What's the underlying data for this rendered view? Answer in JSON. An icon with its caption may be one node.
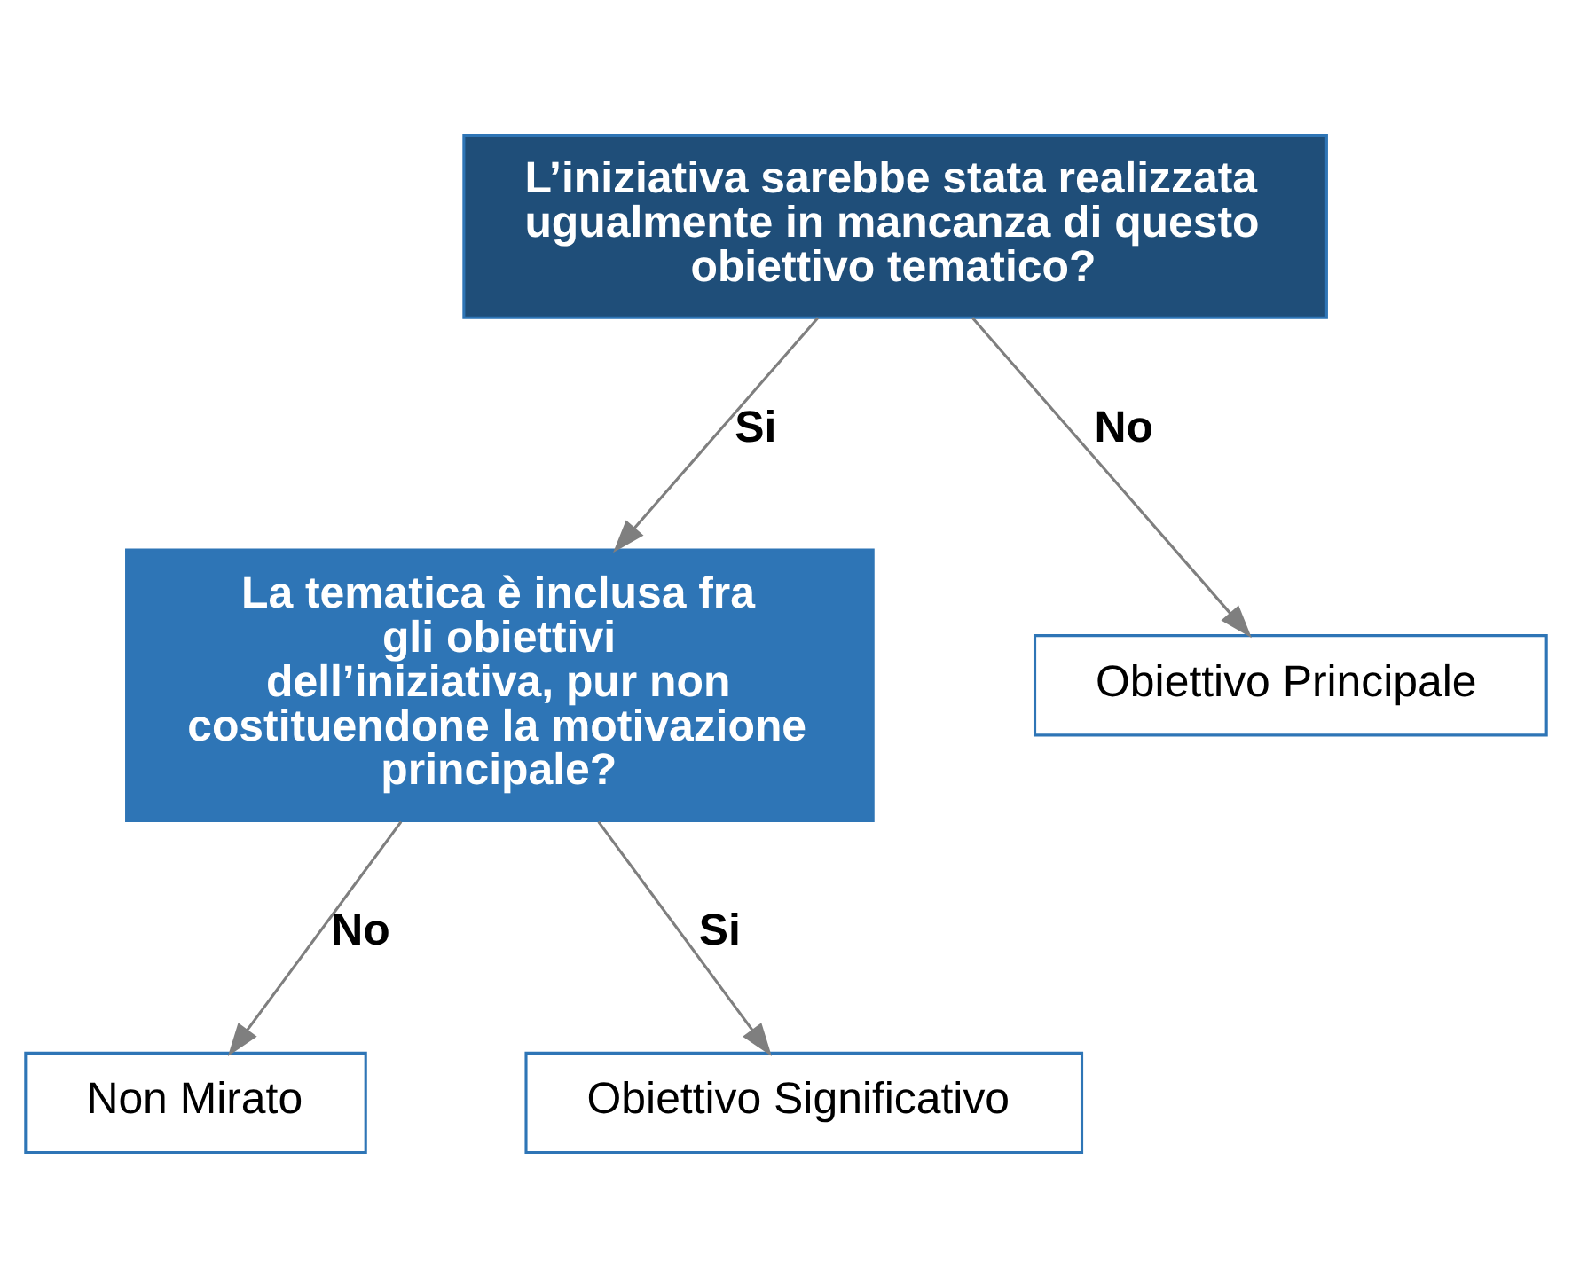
{
  "diagram": {
    "nodes": [
      {
        "text": [
          "L’iniziativa sarebbe stata realizzata ugualmente in mancanza di questo obiettivo tematico?"
        ]
      },
      {
        "text": [
          "La tematica è inclusa fra gli obiettivi dell’iniziativa, pur non costituendone la motivazione principale?"
        ]
      },
      {
        "text": [
          "Obiettivo Principale"
        ]
      },
      {
        "text": [
          "Non Mirato"
        ]
      },
      {
        "text": [
          "Obiettivo Significativo"
        ]
      }
    ],
    "edges": [
      {
        "from": 0,
        "to": 2,
        "arrow": "to",
        "label": "No"
      },
      {
        "from": 0,
        "to": 1,
        "arrow": "to",
        "label": "Si"
      },
      {
        "from": 1,
        "to": 3,
        "arrow": "to",
        "label": "No"
      },
      {
        "from": 1,
        "to": 4,
        "arrow": "to",
        "label": "Si"
      }
    ]
  }
}
